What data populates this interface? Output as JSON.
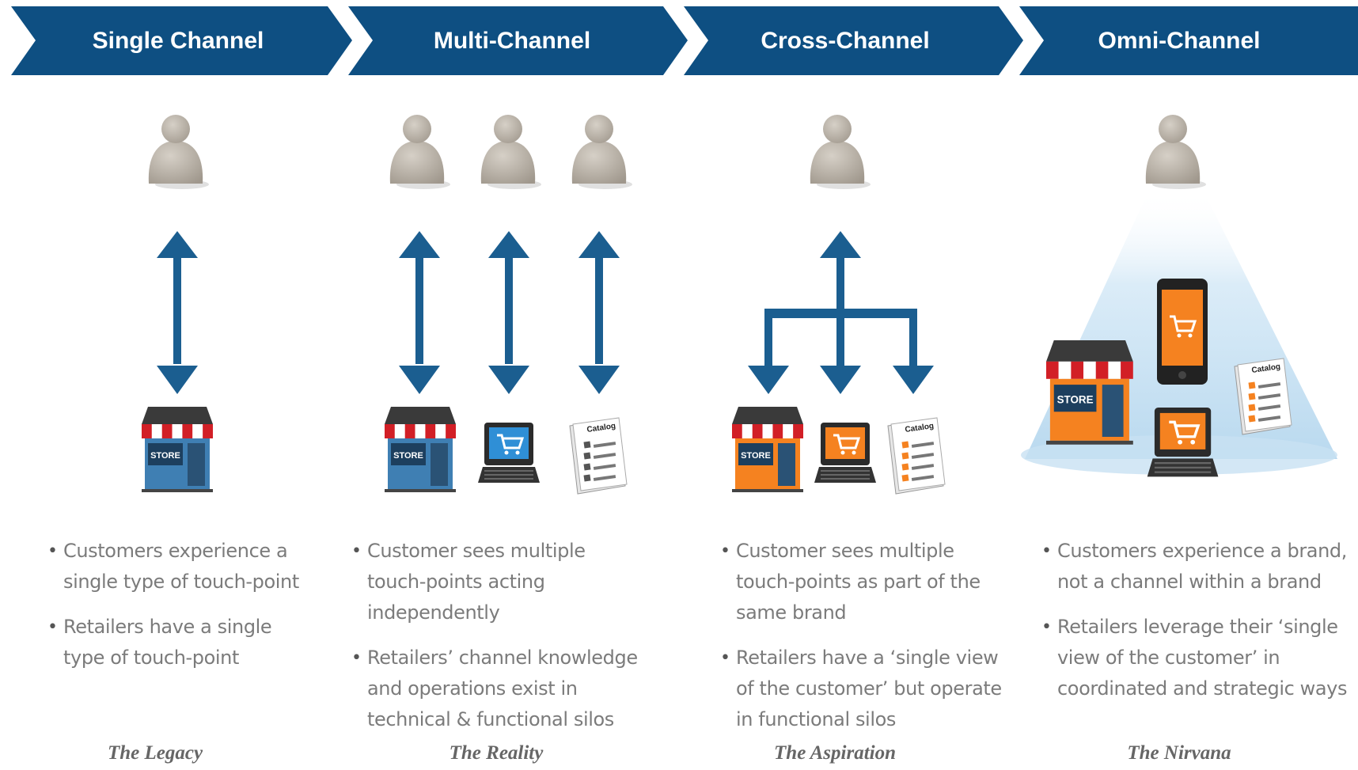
{
  "stages": [
    {
      "title": "Single Channel",
      "customers": 1,
      "touchpoints": [
        "store"
      ],
      "connection": "single",
      "bullets": [
        "Customers experience a single type of touch-point",
        "Retailers have a single type of touch-point"
      ],
      "caption": "The Legacy"
    },
    {
      "title": "Multi-Channel",
      "customers": 3,
      "touchpoints": [
        "store",
        "laptop",
        "catalog"
      ],
      "connection": "parallel",
      "bullets": [
        "Customer sees multiple touch-points acting independently",
        "Retailers’ channel knowledge and operations exist in technical & functional silos"
      ],
      "caption": "The Reality"
    },
    {
      "title": "Cross-Channel",
      "customers": 1,
      "touchpoints": [
        "store",
        "laptop",
        "catalog"
      ],
      "connection": "branched",
      "bullets": [
        "Customer sees multiple touch-points as part of the same brand",
        "Retailers have a ‘single view of the customer’ but operate in functional silos"
      ],
      "caption": "The Aspiration"
    },
    {
      "title": "Omni-Channel",
      "customers": 1,
      "touchpoints": [
        "store",
        "phone",
        "laptop",
        "catalog"
      ],
      "connection": "spotlight",
      "bullets": [
        "Customers experience a brand, not a channel within a brand",
        "Retailers leverage their ‘single view of the customer’ in coordinated and strategic ways"
      ],
      "caption": "The Nirvana"
    }
  ],
  "icon_labels": {
    "store": "STORE",
    "catalog": "Catalog"
  },
  "colors": {
    "banner": "#0e4f82",
    "banner_text": "#ffffff",
    "arrow": "#1b5e90",
    "person": "#bdb6ac",
    "awning_red": "#d21f26",
    "store_blue": "#3f7fb3",
    "screen_blue": "#2f8fd6",
    "orange": "#f58220",
    "spotlight": "#cfe6f5"
  }
}
